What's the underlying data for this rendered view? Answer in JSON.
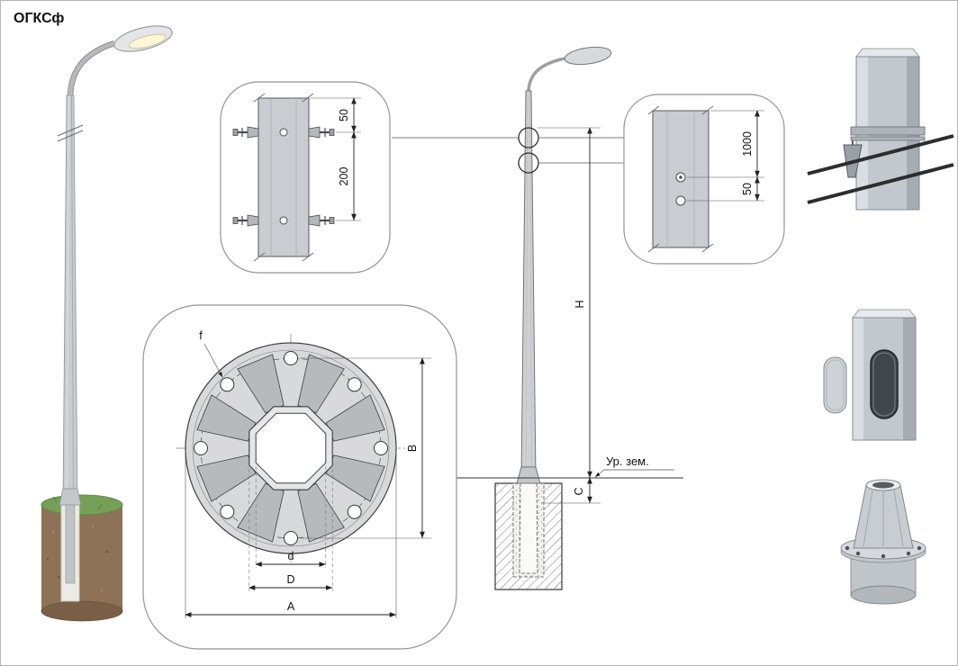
{
  "title": "ОГКСф",
  "clamp_detail": {
    "dim_edge": "50",
    "dim_spacing": "200"
  },
  "hole_detail": {
    "dim_height": "1000",
    "dim_offset": "50"
  },
  "elevation": {
    "dim_height": "H",
    "dim_embed": "C",
    "ground_label": "Ур. зем."
  },
  "flange_detail": {
    "hole_label": "f",
    "dim_bolt_span": "B",
    "dim_inner": "d",
    "dim_outer": "D",
    "dim_plate": "A"
  },
  "colors": {
    "steel_gray": "#c6cacd",
    "foundation_brown": "#8e7257",
    "grass_green": "#76a058",
    "line_dark": "#222222"
  }
}
